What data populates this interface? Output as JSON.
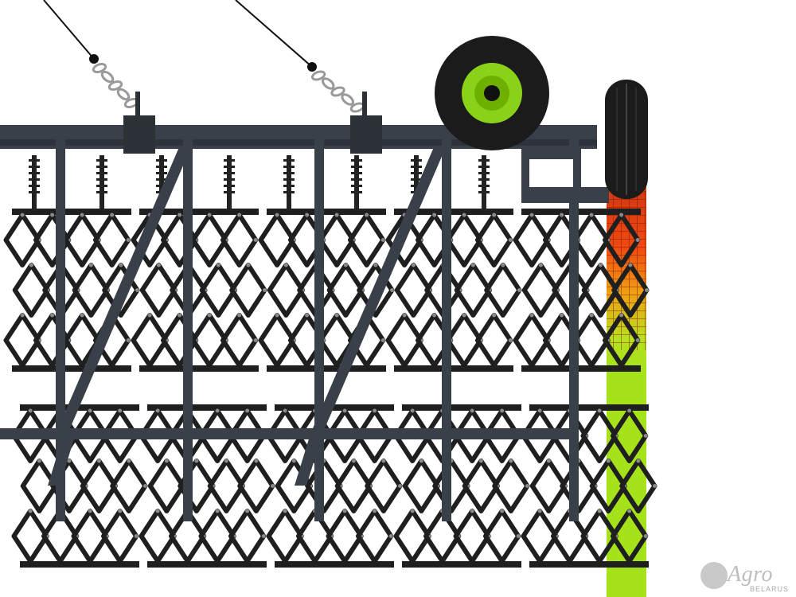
{
  "scene": {
    "subject": "harrow-machine",
    "colors": {
      "frame": "#3a404a",
      "harrow_mesh": "#1f1f1f",
      "rivet": "#8a8a8a",
      "tire": "#1b1b1b",
      "hub": "#8ad21a",
      "soil_green": "#a6e21a",
      "soil_heat_top": "#d81b12",
      "soil_heat_mid": "#f08a10",
      "chain": "#9a9a9a",
      "cable": "#111111"
    },
    "harrow_sections_per_row": 5,
    "harrow_rows": 2
  },
  "watermark": {
    "brand": "Agro",
    "sub": "BELARUS"
  }
}
